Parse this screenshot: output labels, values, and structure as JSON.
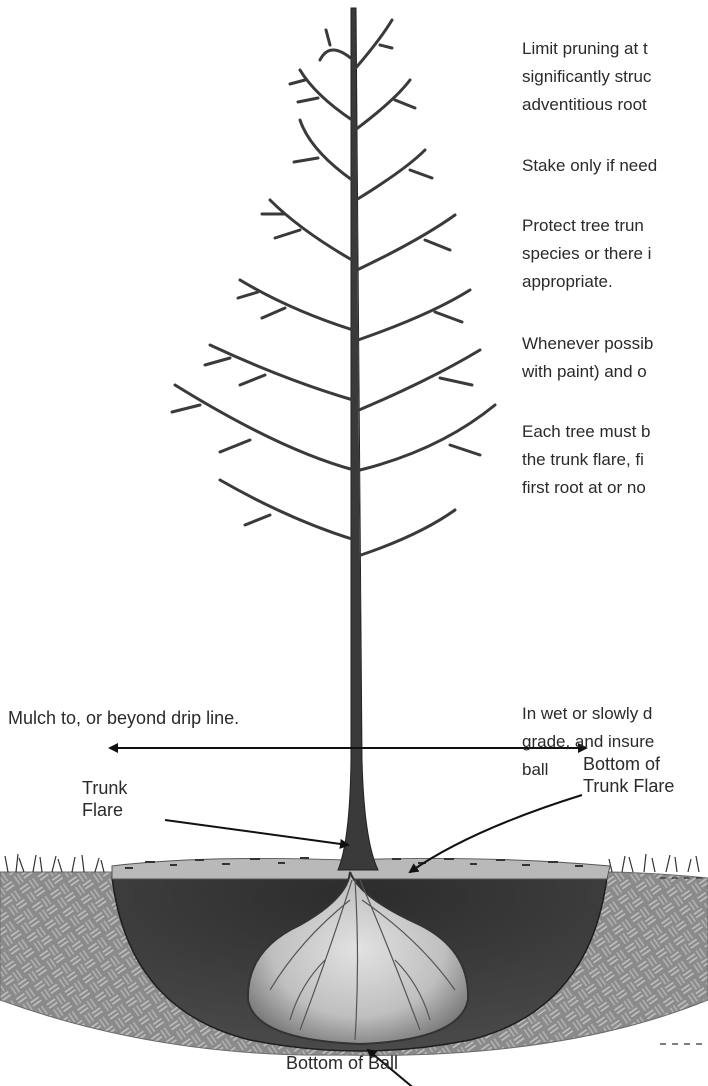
{
  "paragraphs": [
    {
      "lines": [
        "Limit pruning at t",
        "significantly struc",
        "adventitious root"
      ]
    },
    {
      "lines": [
        "Stake only if need"
      ]
    },
    {
      "lines": [
        "Protect tree trun",
        "species or there i",
        "appropriate."
      ]
    },
    {
      "lines": [
        "Whenever possib",
        "with paint) and o"
      ]
    },
    {
      "lines": [
        "Each tree must b",
        "the trunk flare, fi",
        "first root at or no"
      ]
    },
    {
      "lines": [
        "In wet or slowly d",
        "grade, and insure",
        "ball"
      ]
    }
  ],
  "diagram": {
    "mulch_label": "Mulch to, or beyond drip line.",
    "trunk_flare_label": [
      "Trunk",
      "Flare"
    ],
    "bottom_trunk_flare_label": [
      "Bottom of",
      "Trunk Flare"
    ],
    "bottom_ball_label": "Bottom of Ball"
  }
}
